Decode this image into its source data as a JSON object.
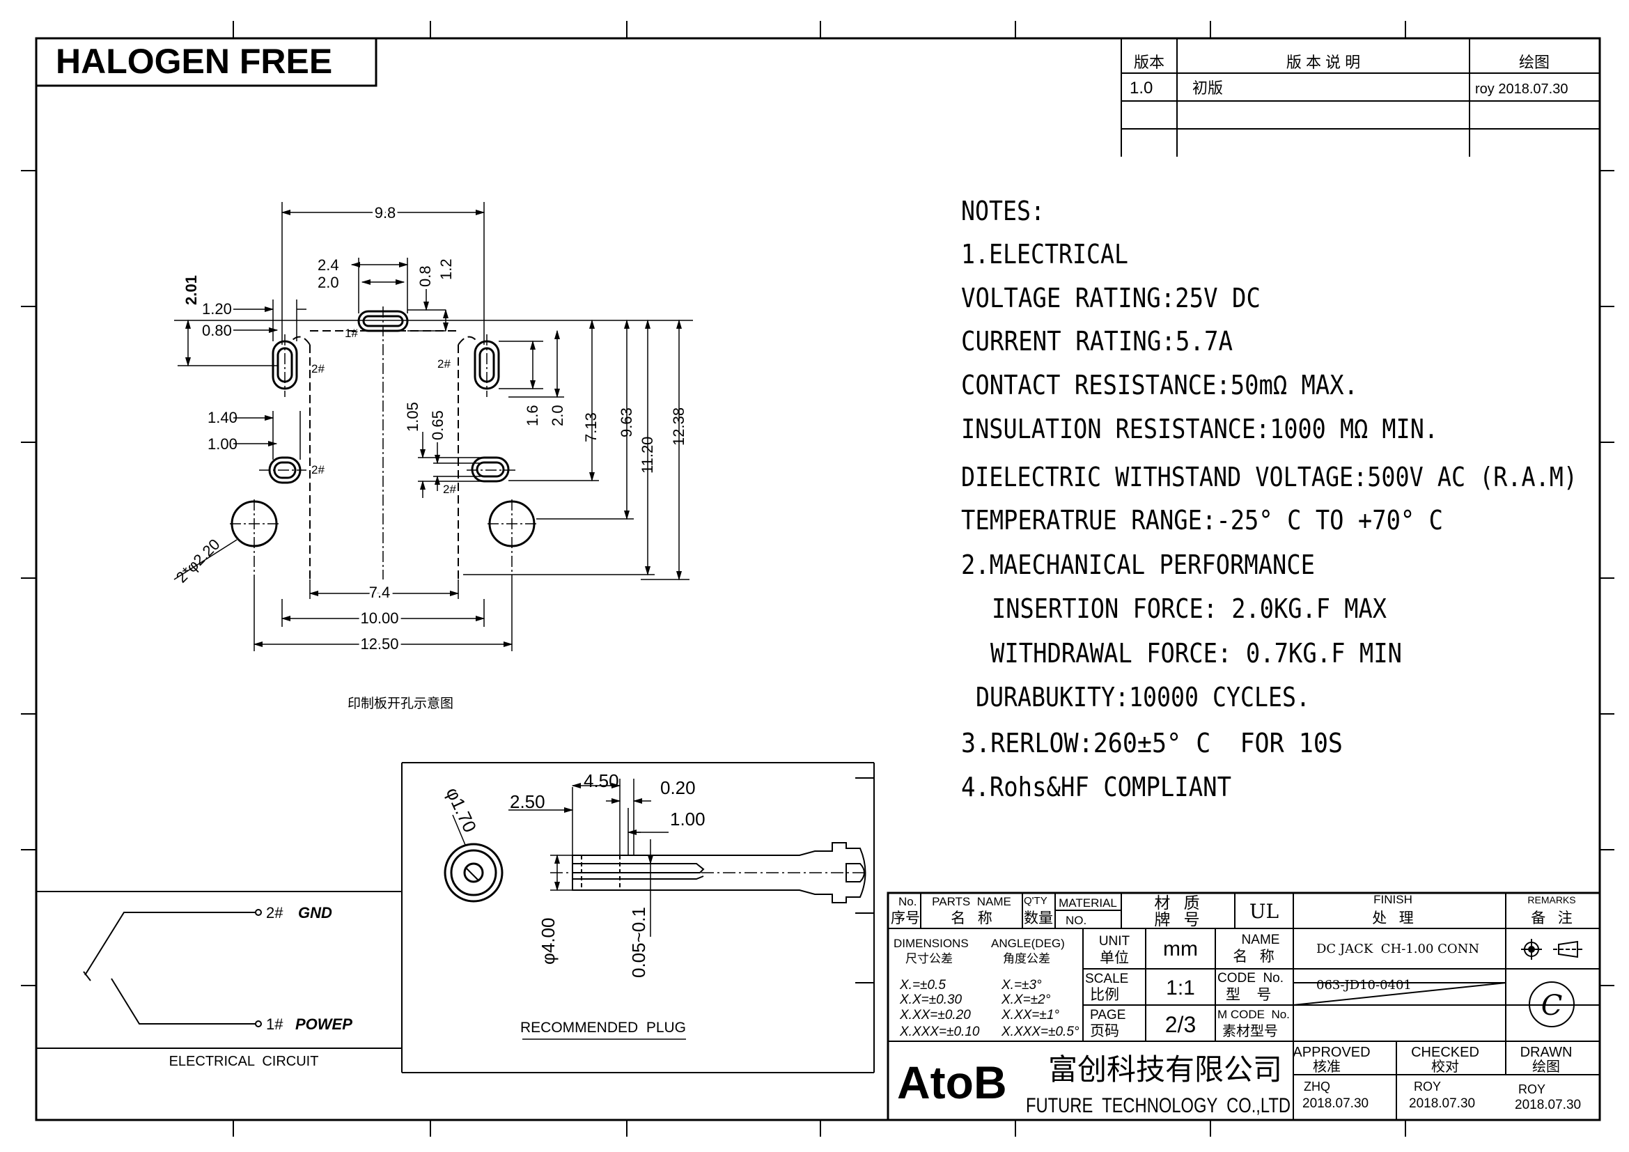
{
  "halogen_free": "HALOGEN FREE",
  "revision_table": {
    "headers": [
      "版本",
      "版 本 说 明",
      "绘图"
    ],
    "rows": [
      [
        "1.0",
        "初版",
        "roy 2018.07.30"
      ]
    ]
  },
  "notes": [
    "NOTES:",
    "1.ELECTRICAL",
    "VOLTAGE RATING:25V DC",
    "CURRENT RATING:5.7A",
    "CONTACT RESISTANCE:50mΩ MAX.",
    "INSULATION RESISTANCE:1000 MΩ MIN.",
    "DIELECTRIC WITHSTAND VOLTAGE:500V AC (R.A.M)",
    "TEMPERATRUE RANGE:-25° C TO +70° C",
    "2.MAECHANICAL PERFORMANCE",
    "INSERTION FORCE: 2.0KG.F MAX",
    "WITHDRAWAL FORCE: 0.7KG.F MIN",
    "DURABUKITY:10000 CYCLES.",
    "3.RERLOW:260±5° C  FOR 10S",
    "4.Rohs&HF COMPLIANT"
  ],
  "pcb": {
    "caption": "印制板开孔示意图",
    "dims": {
      "d9_8": "9.8",
      "d2_4": "2.4",
      "d2_0a": "2.0",
      "d0_8v": "0.8",
      "d1_2v": "1.2",
      "d2_01": "2.01",
      "d1_20": "1.20",
      "d0_80": "0.80",
      "d1_40": "1.40",
      "d1_00": "1.00",
      "d1_05": "1.05",
      "d0_65": "0.65",
      "d1_6": "1.6",
      "d2_0b": "2.0",
      "d7_13": "7.13",
      "d9_63": "9.63",
      "d11_20": "11.20",
      "d12_38": "12.38",
      "d7_4": "7.4",
      "d10_00": "10.00",
      "d12_50": "12.50",
      "holes": "2*φ2.20"
    },
    "pins": {
      "p1": "1#",
      "p2a": "2#",
      "p2b": "2#",
      "p2c": "2#",
      "p2d": "2#"
    }
  },
  "circuit": {
    "gnd_pin": "2#",
    "gnd_label": "GND",
    "pow_pin": "1#",
    "pow_label": "POWEP",
    "caption": "ELECTRICAL  CIRCUIT"
  },
  "plug": {
    "d1_70": "φ1.70",
    "d2_50": "2.50",
    "d4_50": "4.50",
    "d0_20": "0.20",
    "d1_00": "1.00",
    "d4_00": "φ4.00",
    "d0_05": "0.05~0.1",
    "caption": "RECOMMENDED  PLUG"
  },
  "title_block": {
    "no": "No.",
    "no_cn": "序号",
    "parts_name": "PARTS  NAME",
    "parts_name_cn": "名   称",
    "qty": "Q'TY",
    "qty_cn": "数量",
    "material": "MATERIAL",
    "material_cn": "材   质",
    "no2": "NO.",
    "brand_cn": "牌   号",
    "ul": "UL",
    "finish": "FINISH",
    "finish_cn": "处   理",
    "remarks": "REMARKS",
    "remarks_cn": "备   注",
    "dimensions": "DIMENSIONS",
    "dimensions_cn": "尺寸公差",
    "angle": "ANGLE(DEG)",
    "angle_cn": "角度公差",
    "tol1": "X.=±0.5",
    "tol2": "X.X=±0.30",
    "tol3": "X.XX=±0.20",
    "tol4": "X.XXX=±0.10",
    "atol1": "X.=±3°",
    "atol2": "X.X=±2°",
    "atol3": "X.XX=±1°",
    "atol4": "X.XXX=±0.5°",
    "unit": "UNIT",
    "unit_cn": "单位",
    "unit_val": "mm",
    "scale": "SCALE",
    "scale_cn": "比例",
    "scale_val": "1:1",
    "page": "PAGE",
    "page_cn": "页码",
    "page_val": "2/3",
    "name": "NAME",
    "name_cn": "名   称",
    "name_val": "DC JACK  CH-1.00 CONN",
    "code": "CODE  No.",
    "code_cn": "型    号",
    "code_val": "063-JD10-0401",
    "mcode": "M CODE  No.",
    "mcode_cn": "素材型号",
    "approved": "APPROVED",
    "approved_cn": "核准",
    "approved_by": "ZHQ",
    "approved_date": "2018.07.30",
    "checked": "CHECKED",
    "checked_cn": "校对",
    "checked_by": "ROY",
    "checked_date": "2018.07.30",
    "drawn": "DRAWN",
    "drawn_cn": "绘图",
    "drawn_by": "ROY",
    "drawn_date": "2018.07.30",
    "logo": "AtoB",
    "company_cn": "富创科技有限公司",
    "company_en": "FUTURE  TECHNOLOGY  CO.,LTD",
    "circle_c": "C"
  }
}
